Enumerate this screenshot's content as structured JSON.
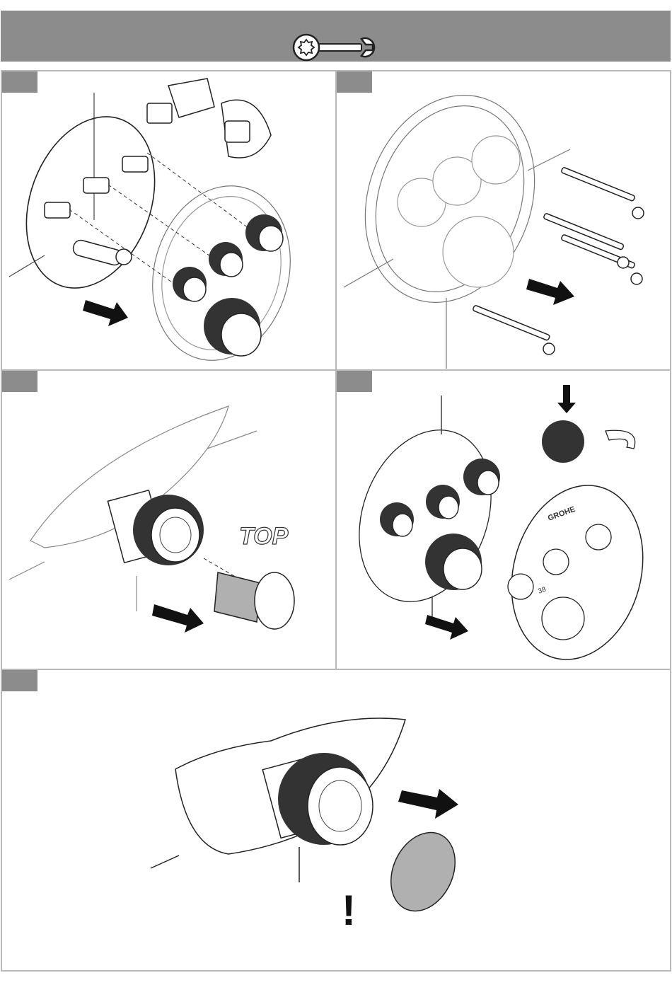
{
  "header": {
    "icon": "wrench-icon"
  },
  "steps": [
    {
      "id": 1,
      "icon": "wall-valve-assembly"
    },
    {
      "id": 2,
      "icon": "mounting-screws"
    },
    {
      "id": 3,
      "icon": "cartridge-insert"
    },
    {
      "id": 4,
      "icon": "trim-plate"
    },
    {
      "id": 5,
      "icon": "cap-install"
    }
  ],
  "labels": {
    "top": "TOP",
    "brand": "GROHE",
    "temperature": "38",
    "warning": "!"
  },
  "colors": {
    "band": "#8c8c8c",
    "border": "#b9b9b9",
    "part_fill": "#b0b0b0",
    "ink": "#111111"
  }
}
